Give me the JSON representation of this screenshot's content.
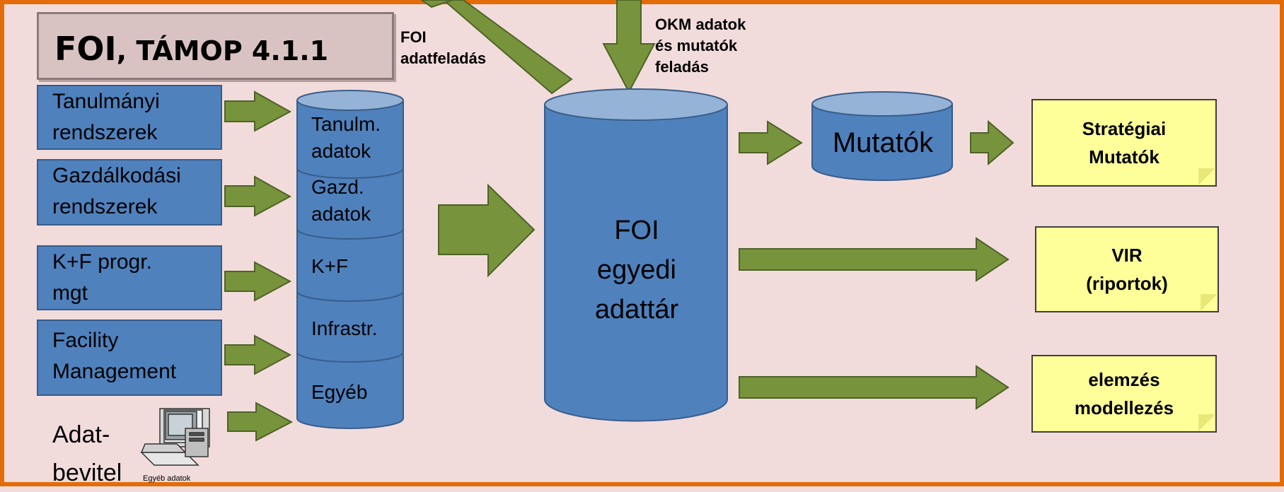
{
  "title": {
    "main": "FOI",
    "rest": ", TÁMOP 4.1.1"
  },
  "sources": [
    {
      "label": "Tanulmányi\nrendszerek"
    },
    {
      "label": "Gazdálkodási\nrendszerek"
    },
    {
      "label": "K+F progr.\n mgt"
    },
    {
      "label": "Facility\nManagement"
    }
  ],
  "data_entry": {
    "label": "Adat-\nbevitel",
    "caption": "Egyéb adatok"
  },
  "stack_segments": [
    {
      "label": "Tanulm.\nadatok"
    },
    {
      "label": "Gazd.\nadatok"
    },
    {
      "label": "K+F"
    },
    {
      "label": "Infrastr."
    },
    {
      "label": "Egyéb"
    }
  ],
  "central_store": {
    "label": "FOI\negyedi\nadattár"
  },
  "upload_labels": {
    "foi": "FOI\n adatfeladás",
    "okm": "OKM adatok\nés mutatók\nfeladás"
  },
  "indicators_store": {
    "label": "Mutatók"
  },
  "outputs": [
    {
      "label": "Stratégiai\nMutatók"
    },
    {
      "label": "VIR\n(riportok)"
    },
    {
      "label": "elemzés\nmodellezés"
    }
  ],
  "colors": {
    "frame": "#e36c09",
    "background": "#f2dcdb",
    "box_blue": "#4f81bd",
    "arrow_green": "#77933c",
    "note_yellow": "#ffff99"
  }
}
